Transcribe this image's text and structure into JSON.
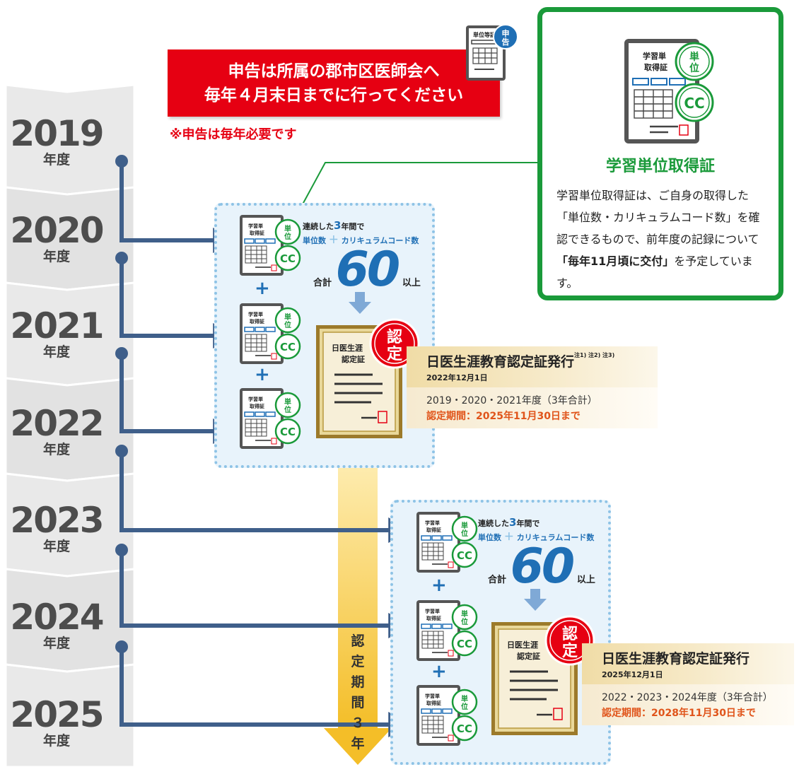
{
  "colors": {
    "accent_red": "#e60012",
    "accent_green": "#1a9a3a",
    "accent_blue": "#1f6fb5",
    "timeline_line": "#3f5f8a",
    "gold": "#f5c43a"
  },
  "years": [
    {
      "num": "2019",
      "suffix": "年度"
    },
    {
      "num": "2020",
      "suffix": "年度"
    },
    {
      "num": "2021",
      "suffix": "年度"
    },
    {
      "num": "2022",
      "suffix": "年度"
    },
    {
      "num": "2023",
      "suffix": "年度"
    },
    {
      "num": "2024",
      "suffix": "年度"
    },
    {
      "num": "2025",
      "suffix": "年度"
    }
  ],
  "notice": {
    "line1": "申告は所属の郡市区医師会へ",
    "line2": "毎年４月末日までに行ってください",
    "sub": "※申告は毎年必要です",
    "form_label": "単位等証",
    "form_badge": "申告"
  },
  "certificate_card": {
    "title": "学習単位取得証",
    "doc_label_1": "学習単",
    "doc_label_2": "取得証",
    "badge_unit": "単位",
    "badge_cc": "CC",
    "desc_1": "学習単位取得証は、ご自身の取得した「単位数・カリキュラムコード数」を確認できるもので、前年度の記録について",
    "desc_bold": "「毎年11月頃に交付」",
    "desc_2": "を予定しています。"
  },
  "rule": {
    "line1_pre": "連続した",
    "line1_num": "3",
    "line1_post": "年間で",
    "line2_a": "単位数",
    "line2_plus": "＋",
    "line2_b": "カリキュラムコード数",
    "total_label": "合計",
    "total_value": "60",
    "total_suffix": "以上",
    "plus_sign": "+"
  },
  "mini_doc": {
    "label_1": "学習単",
    "label_2": "取得証",
    "badge_unit": "単位",
    "badge_cc": "CC"
  },
  "big_cert": {
    "label_1": "日医生涯",
    "label_2": "認定証",
    "stamp": "認定"
  },
  "issue1": {
    "title": "日医生涯教育認定証発行",
    "notes": "注1) 注2) 注3)",
    "date": "2022年12月1日",
    "years": "2019・2020・2021年度（3年合計）",
    "period": "認定期間：2025年11月30日まで"
  },
  "issue2": {
    "title": "日医生涯教育認定証発行",
    "date": "2025年12月1日",
    "years": "2022・2023・2024年度（3年合計）",
    "period": "認定期間：2028年11月30日まで"
  },
  "validity_label": "認定期間３年"
}
